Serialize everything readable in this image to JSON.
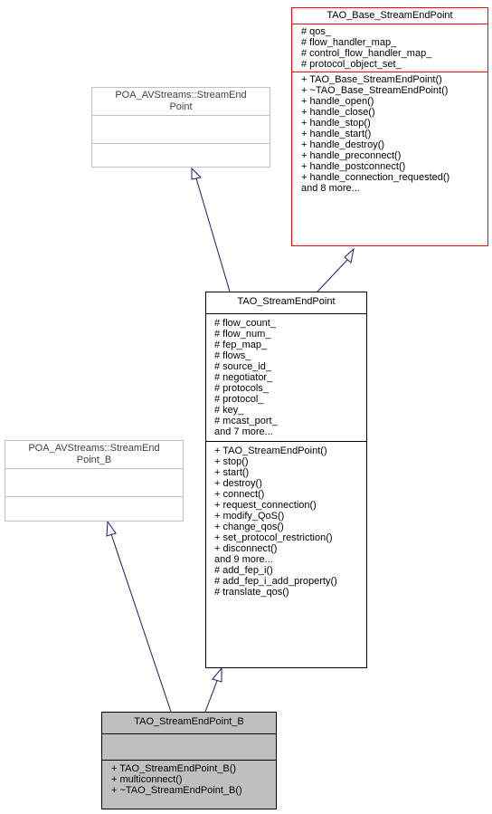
{
  "nodes": {
    "base": {
      "title": "TAO_Base_StreamEndPoint",
      "attributes": [
        "# qos_",
        "# flow_handler_map_",
        "# control_flow_handler_map_",
        "# protocol_object_set_"
      ],
      "methods": [
        "+ TAO_Base_StreamEndPoint()",
        "+ ~TAO_Base_StreamEndPoint()",
        "+ handle_open()",
        "+ handle_close()",
        "+ handle_stop()",
        "+ handle_start()",
        "+ handle_destroy()",
        "+ handle_preconnect()",
        "+ handle_postconnect()",
        "+ handle_connection_requested()",
        "and 8 more..."
      ]
    },
    "poa": {
      "title_line1": "POA_AVStreams::StreamEnd",
      "title_line2": "Point"
    },
    "sep": {
      "title": "TAO_StreamEndPoint",
      "attributes": [
        "# flow_count_",
        "# flow_num_",
        "# fep_map_",
        "# flows_",
        "# source_id_",
        "# negotiator_",
        "# protocols_",
        "# protocol_",
        "# key_",
        "# mcast_port_",
        "and 7 more..."
      ],
      "methods": [
        "+ TAO_StreamEndPoint()",
        "+ stop()",
        "+ start()",
        "+ destroy()",
        "+ connect()",
        "+ request_connection()",
        "+ modify_QoS()",
        "+ change_qos()",
        "+ set_protocol_restriction()",
        "+ disconnect()",
        "and 9 more...",
        "# add_fep_i()",
        "# add_fep_i_add_property()",
        "# translate_qos()"
      ]
    },
    "poab": {
      "title_line1": "POA_AVStreams::StreamEnd",
      "title_line2": "Point_B"
    },
    "sepb": {
      "title": "TAO_StreamEndPoint_B",
      "methods": [
        "+ TAO_StreamEndPoint_B()",
        "+ multiconnect()",
        "+ ~TAO_StreamEndPoint_B()"
      ]
    }
  },
  "colors": {
    "edge": "#191970",
    "focus_fill": "#bfbfbf",
    "external_border": "#bfbfbf",
    "incomplete_border": "#ff0000"
  }
}
